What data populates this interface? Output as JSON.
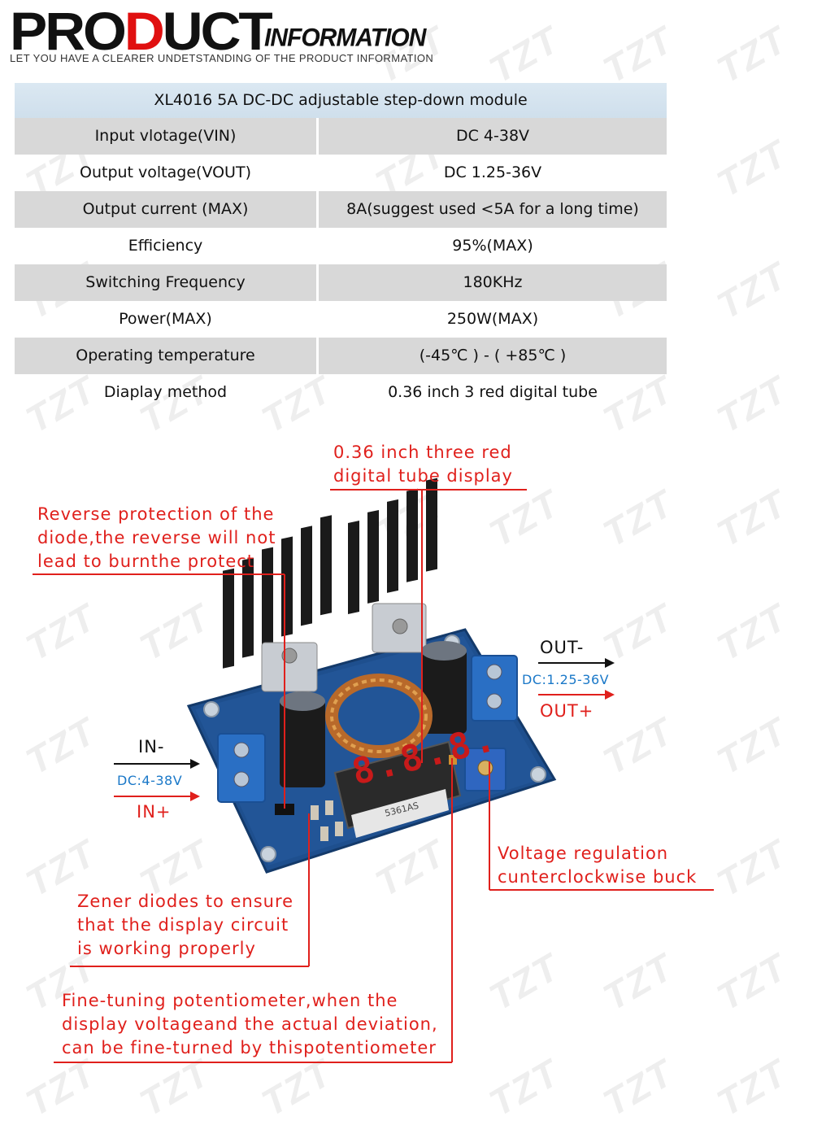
{
  "header": {
    "product_part1": "PRO",
    "product_part2": "D",
    "product_part3": "UCT",
    "information": "INFORMATION",
    "subtitle": "LET YOU HAVE A CLEARER UNDETSTANDING OF THE PRODUCT INFORMATION"
  },
  "spec_table": {
    "title": "XL4016 5A DC-DC adjustable step-down module",
    "rows": [
      {
        "label": "Input vlotage(VIN)",
        "value": "DC 4-38V"
      },
      {
        "label": "Output voltage(VOUT)",
        "value": "DC 1.25-36V"
      },
      {
        "label": "Output current (MAX)",
        "value": "8A(suggest used <5A for a long time)"
      },
      {
        "label": "Efficiency",
        "value": "95%(MAX)"
      },
      {
        "label": "Switching Frequency",
        "value": "180KHz"
      },
      {
        "label": "Power(MAX)",
        "value": "250W(MAX)"
      },
      {
        "label": "Operating temperature",
        "value": "(-45℃ ) - ( +85℃ )"
      },
      {
        "label": "Diaplay method",
        "value": "0.36 inch 3 red digital tube"
      }
    ]
  },
  "annotations": {
    "display": [
      "0.36 inch three red",
      "digital tube display"
    ],
    "reverse": [
      "Reverse protection of the",
      "diode,the reverse will not",
      "lead to burnthe protect"
    ],
    "voltage": [
      "Voltage regulation",
      "cunterclockwise buck"
    ],
    "zener": [
      "Zener diodes to ensure",
      "that the display circuit",
      "is working properly"
    ],
    "fine": [
      "Fine-tuning potentiometer,when the",
      "display voltageand the actual deviation,",
      "can be fine-turned by thispotentiometer"
    ]
  },
  "terminals": {
    "out_minus": "OUT-",
    "out_range": "DC:1.25-36V",
    "out_plus": "OUT+",
    "in_minus": "IN-",
    "in_range": "DC:4-38V",
    "in_plus": "IN+"
  },
  "board": {
    "display_digits": "8.8.8.",
    "display_model": "5361AS",
    "watermark": "TZT"
  },
  "colors": {
    "annotation": "#e0201c",
    "range_text": "#1a78c8",
    "pcb": "#1e4f8e",
    "terminal": "#2a6fc4",
    "heatsink": "#1a1a1a",
    "table_shade": "#d8d8d8",
    "table_title": "#dbe8f2"
  }
}
